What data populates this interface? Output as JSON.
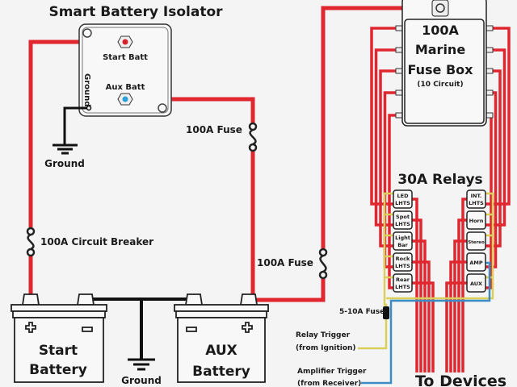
{
  "colors": {
    "power_wire": "#e0262f",
    "ground_wire": "#111111",
    "relay_trigger_wire": "#d9cf5a",
    "amp_trigger_wire": "#3a8cc4",
    "start_terminal": "#d6202a",
    "aux_terminal": "#2a9fd8",
    "outline": "#222222",
    "background": "#f4f4f4"
  },
  "isolator": {
    "title": "Smart Battery Isolator",
    "start_label": "Start Batt",
    "aux_label": "Aux Batt",
    "ground_label": "Ground"
  },
  "ground_top": "Ground",
  "ground_bottom": "Ground",
  "fuse_aux": "100A Fuse",
  "fuse_main": "100A Fuse",
  "breaker": "100A Circuit Breaker",
  "batteries": {
    "start": {
      "line1": "Start",
      "line2": "Battery"
    },
    "aux": {
      "line1": "AUX",
      "line2": "Battery"
    }
  },
  "fuse_box": {
    "line1": "100A",
    "line2": "Marine",
    "line3": "Fuse Box",
    "line4": "(10 Circuit)"
  },
  "relays": {
    "title": "30A Relays",
    "left": [
      {
        "line1": "LED",
        "line2": "LHTS"
      },
      {
        "line1": "Spot",
        "line2": "LHTS"
      },
      {
        "line1": "Light",
        "line2": "Bar"
      },
      {
        "line1": "Rock",
        "line2": "LHTS"
      },
      {
        "line1": "Rear",
        "line2": "LHTS"
      }
    ],
    "right": [
      {
        "line1": "INT.",
        "line2": "LHTS"
      },
      {
        "line1": "Horn",
        "line2": ""
      },
      {
        "line1": "Stereo",
        "line2": ""
      },
      {
        "line1": "AMP",
        "line2": ""
      },
      {
        "line1": "AUX",
        "line2": ""
      }
    ]
  },
  "trigger_fuse": "5-10A Fuse",
  "relay_trigger": {
    "line1": "Relay Trigger",
    "line2": "(from Ignition)"
  },
  "amp_trigger": {
    "line1": "Amplifier Trigger",
    "line2": "(from Receiver)"
  },
  "to_devices": "To Devices"
}
